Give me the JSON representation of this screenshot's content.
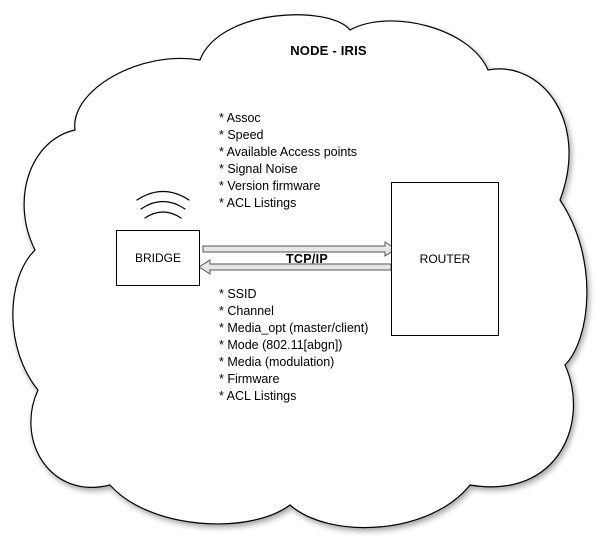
{
  "title": "NODE - IRIS",
  "bridge": {
    "label": "BRIDGE"
  },
  "router": {
    "label": "ROUTER"
  },
  "connection": {
    "label": "TCP/IP"
  },
  "top_list": [
    "* Assoc",
    "* Speed",
    "* Available Access points",
    "* Signal Noise",
    "* Version firmware",
    "* ACL Listings"
  ],
  "bottom_list": [
    "* SSID",
    "* Channel",
    "* Media_opt (master/client)",
    "* Mode (802.11[abgn])",
    "* Media (modulation)",
    "* Firmware",
    "* ACL Listings"
  ],
  "icons": {
    "cloud": "cloud-icon",
    "wireless": "wireless-signal-icon",
    "arrow_right": "arrow-right-icon",
    "arrow_left": "arrow-left-icon"
  }
}
